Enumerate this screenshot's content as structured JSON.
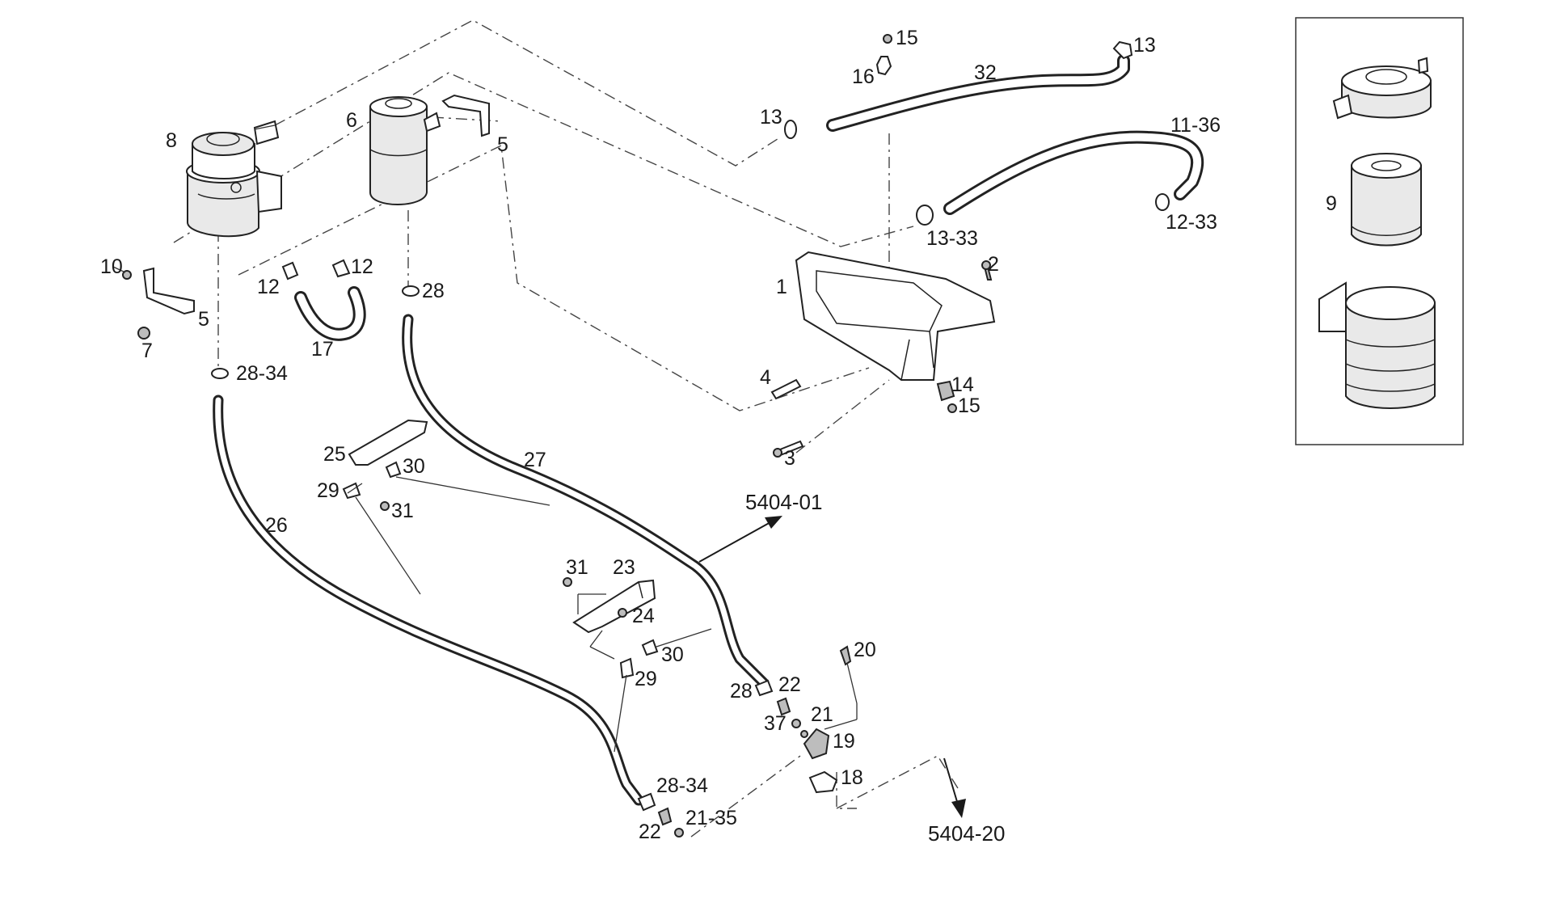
{
  "labels": {
    "l1": "1",
    "l2": "2",
    "l3": "3",
    "l4": "4",
    "l5a": "5",
    "l5b": "5",
    "l6": "6",
    "l7": "7",
    "l8": "8",
    "l9": "9",
    "l10": "10",
    "l11_36": "11-36",
    "l12a": "12",
    "l12b": "12",
    "l12_33": "12-33",
    "l13a": "13",
    "l13b": "13",
    "l13_33": "13-33",
    "l14": "14",
    "l15a": "15",
    "l15b": "15",
    "l16": "16",
    "l17": "17",
    "l18": "18",
    "l19": "19",
    "l20": "20",
    "l21": "21",
    "l21_35": "21-35",
    "l22a": "22",
    "l22b": "22",
    "l23": "23",
    "l24": "24",
    "l25": "25",
    "l26": "26",
    "l27": "27",
    "l28a": "28",
    "l28b": "28",
    "l28_34a": "28-34",
    "l28_34b": "28-34",
    "l29a": "29",
    "l29b": "29",
    "l30a": "30",
    "l30b": "30",
    "l31a": "31",
    "l31b": "31",
    "l32": "32",
    "l37": "37"
  },
  "references": {
    "ref_top": "5404-01",
    "ref_bottom": "5404-20"
  }
}
